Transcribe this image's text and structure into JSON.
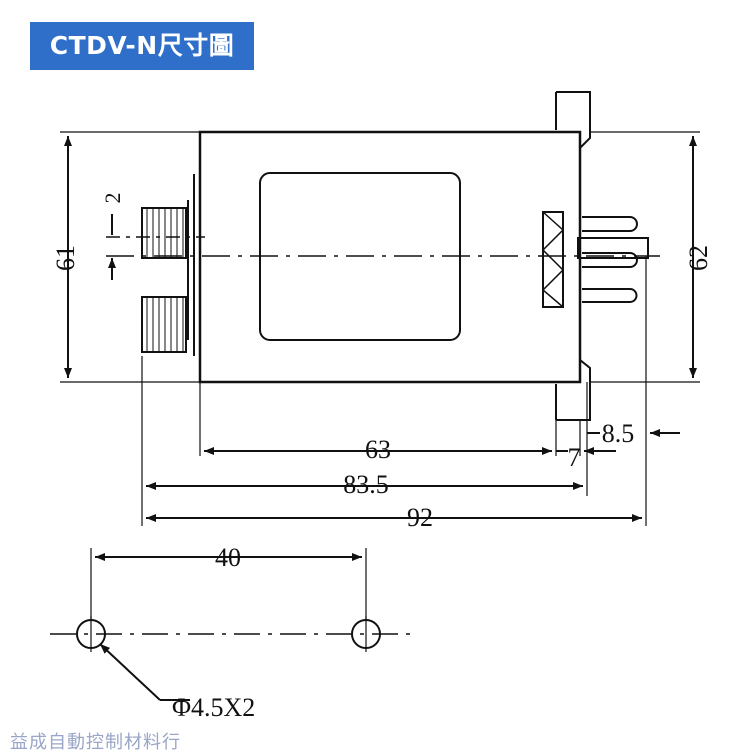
{
  "title": "CTDV-N尺寸圖",
  "dimensions": {
    "height_left": "61",
    "height_right": "62",
    "knob_gap": "2",
    "body_length": "63",
    "flange": "7",
    "pin_length": "8.5",
    "total_83": "83.5",
    "total_92": "92",
    "hole_spacing": "40",
    "hole_diameter": "Φ4.5X2"
  },
  "watermark": "益成自動控制材料行",
  "colors": {
    "title_bg": "#2f6fc9",
    "title_text": "#ffffff",
    "line": "#111111",
    "watermark": "#9aa6c8"
  }
}
